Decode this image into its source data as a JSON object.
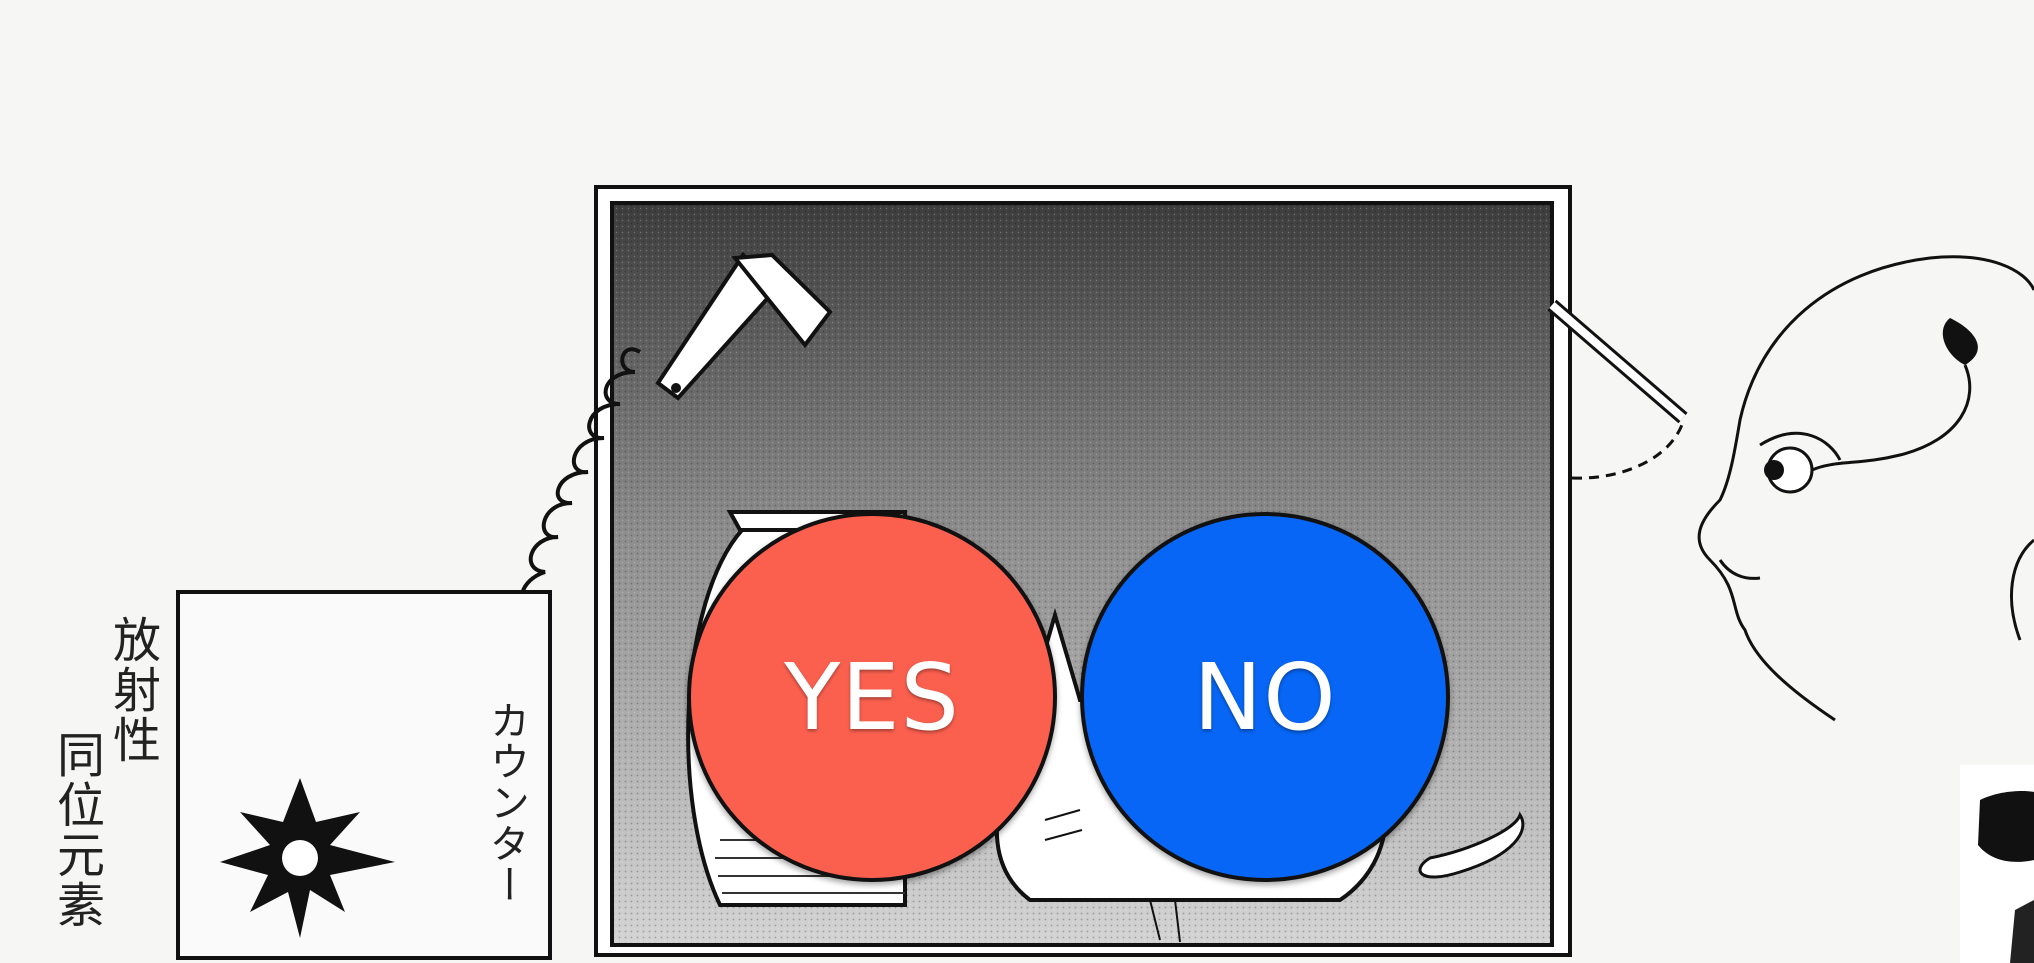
{
  "labels": {
    "isotope_line1": "放射性",
    "isotope_line2": "同位元素",
    "counter": "カウンター"
  },
  "buttons": {
    "yes": {
      "label": "YES",
      "color": "#fb604f"
    },
    "no": {
      "label": "NO",
      "color": "#0766f5"
    }
  }
}
